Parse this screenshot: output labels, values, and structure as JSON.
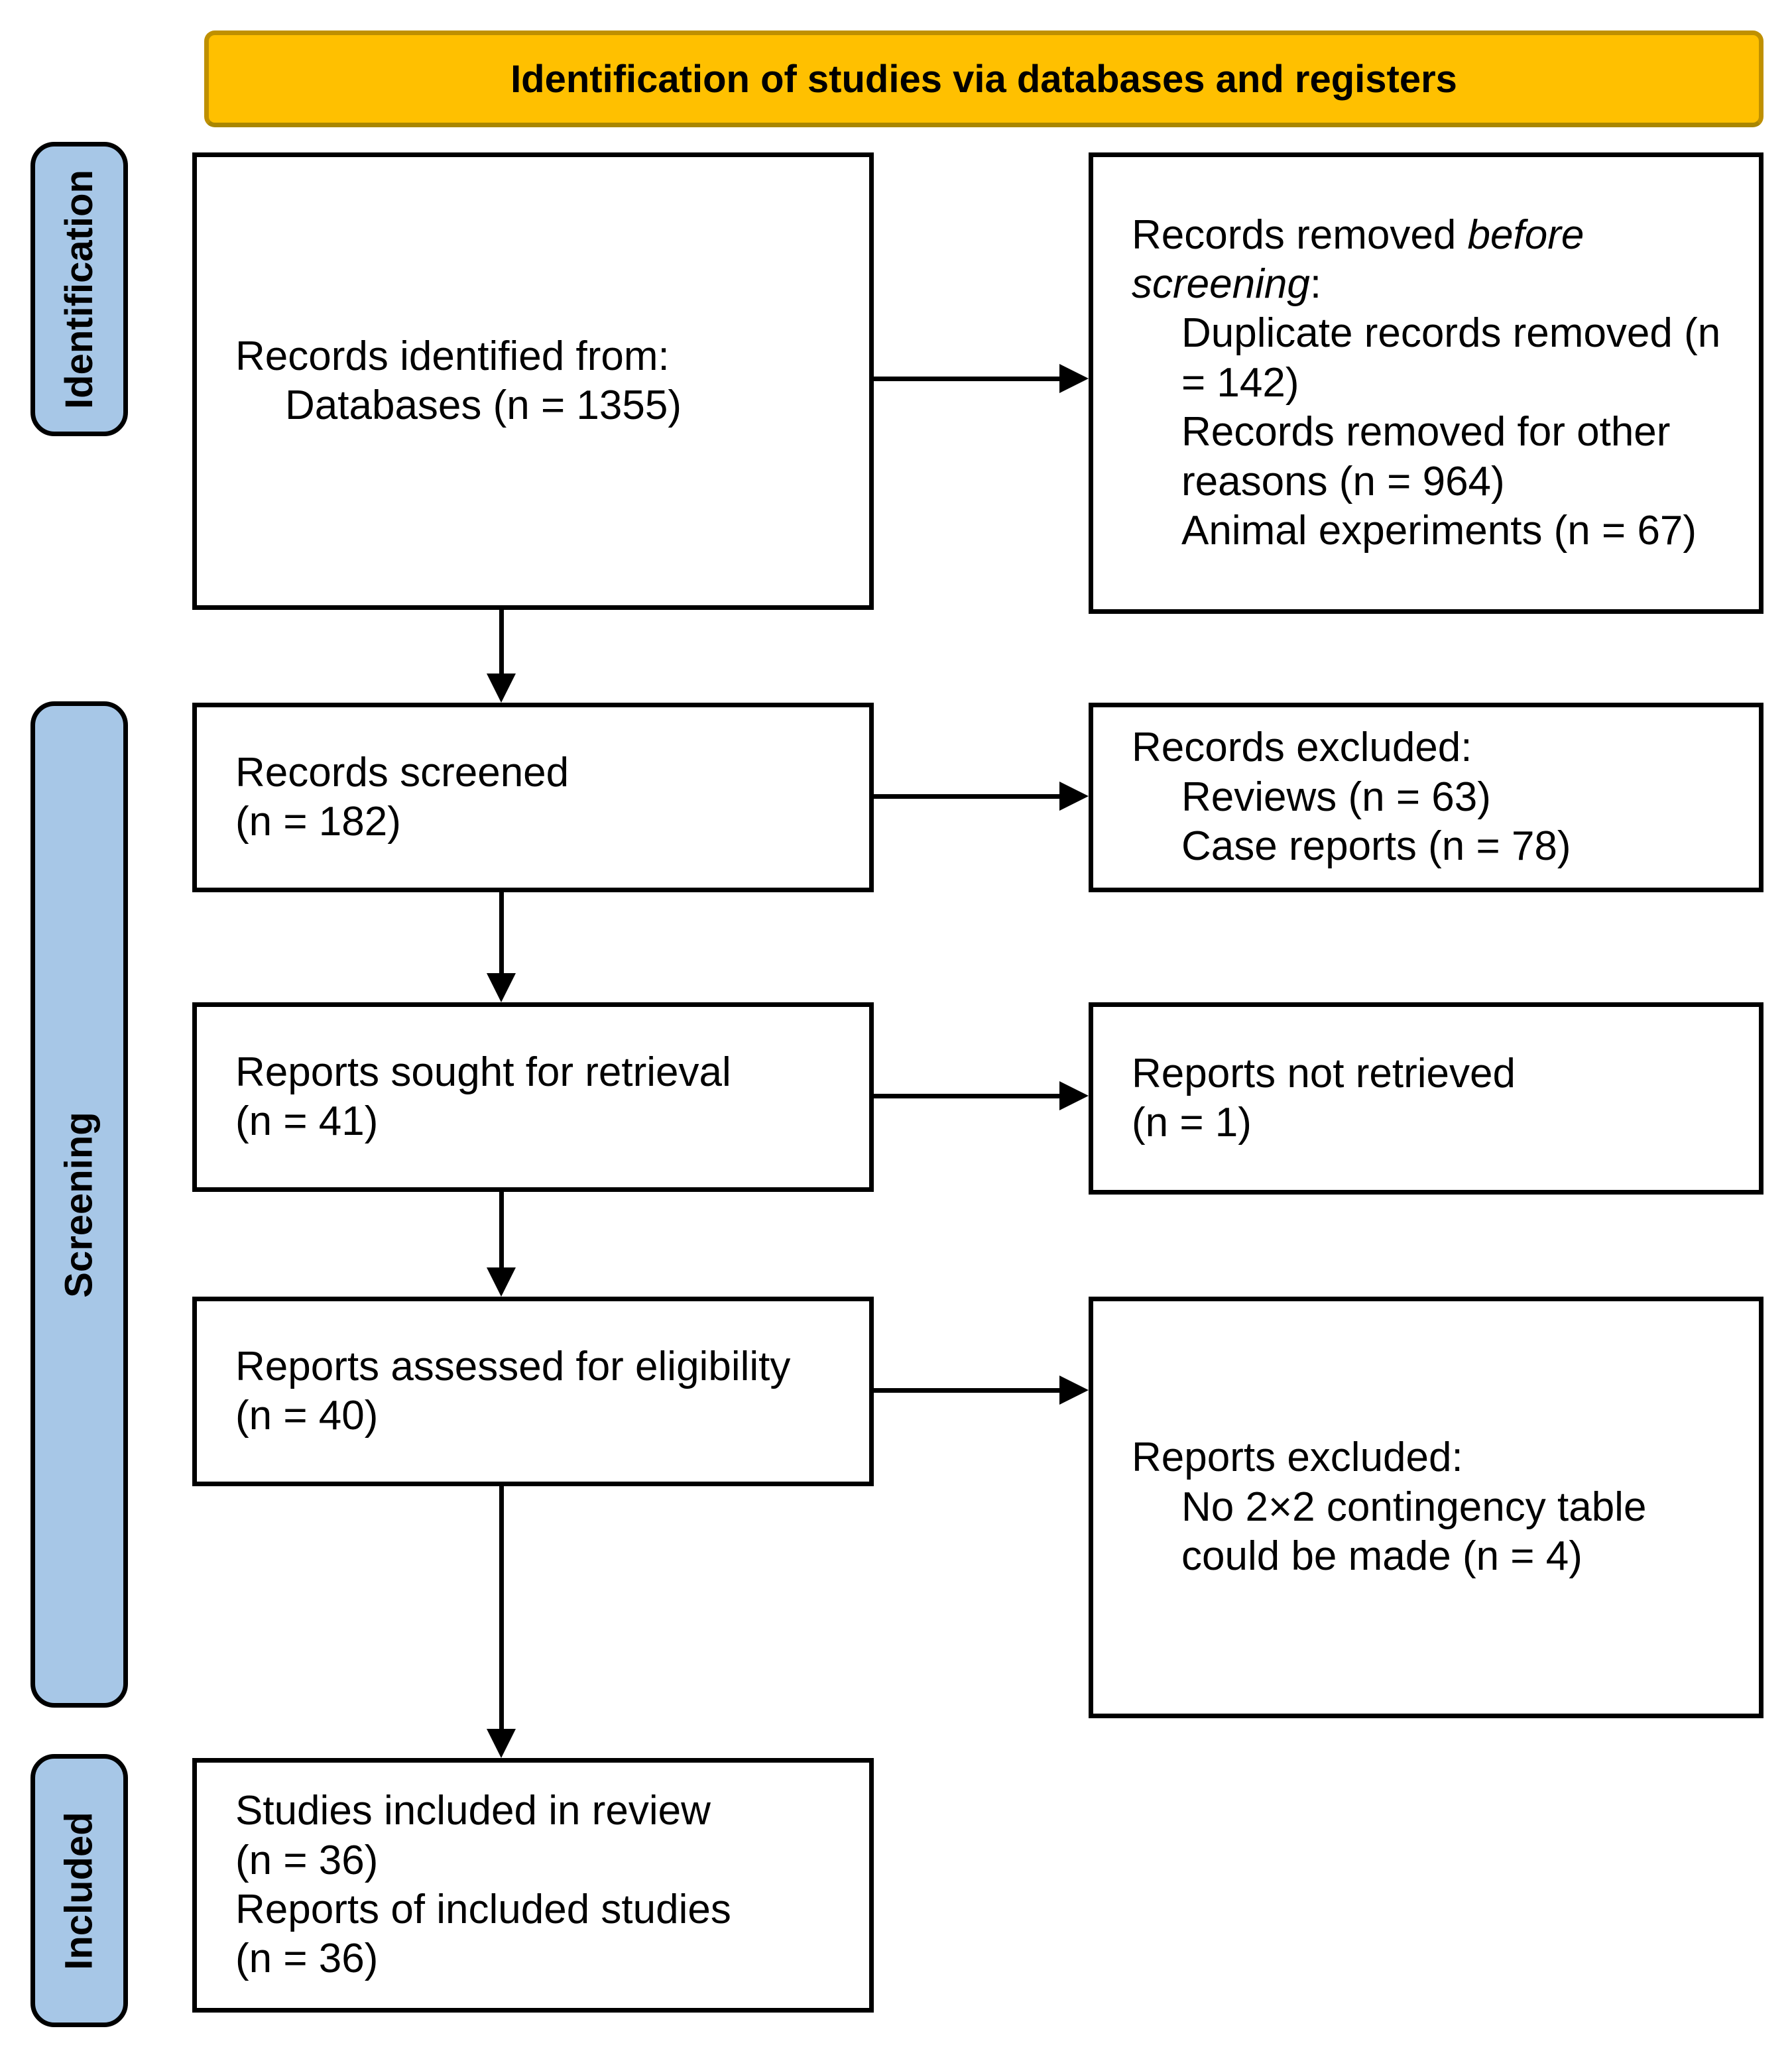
{
  "colors": {
    "banner_fill": "#FFC000",
    "banner_border": "#BF9000",
    "sidebar_fill": "#A7C7E7",
    "box_border": "#000000",
    "arrow": "#000000",
    "text": "#000000",
    "background": "#FFFFFF"
  },
  "banner": {
    "title": "Identification of studies via databases and registers"
  },
  "sidebar": {
    "identification": "Identification",
    "screening": "Screening",
    "included": "Included"
  },
  "boxes": {
    "records_identified": {
      "l1": "Records identified from:",
      "l2": "Databases (n = 1355)"
    },
    "records_removed": {
      "l1a": "Records removed ",
      "l1b": "before",
      "l2a": "screening",
      "l2b": ":",
      "items": [
        "Duplicate records removed (n = 142)",
        "Records removed for other reasons (n = 964)",
        "Animal experiments (n = 67)"
      ]
    },
    "records_screened": {
      "l1": "Records screened",
      "l2": "(n = 182)"
    },
    "records_excluded": {
      "l1": "Records excluded:",
      "items": [
        "Reviews (n = 63)",
        "Case reports (n = 78)"
      ]
    },
    "reports_sought": {
      "l1": "Reports sought for retrieval",
      "l2": "(n = 41)"
    },
    "reports_not_retrieved": {
      "l1": "Reports not retrieved",
      "l2": "(n = 1)"
    },
    "reports_assessed": {
      "l1": "Reports assessed for eligibility",
      "l2": "(n = 40)"
    },
    "reports_excluded": {
      "l1": "Reports excluded:",
      "items": [
        "No 2×2 contingency table could be made (n = 4)"
      ]
    },
    "studies_included": {
      "l1": "Studies included in review",
      "l2": "(n = 36)",
      "l3": "Reports of included studies",
      "l4": "(n = 36)"
    }
  }
}
